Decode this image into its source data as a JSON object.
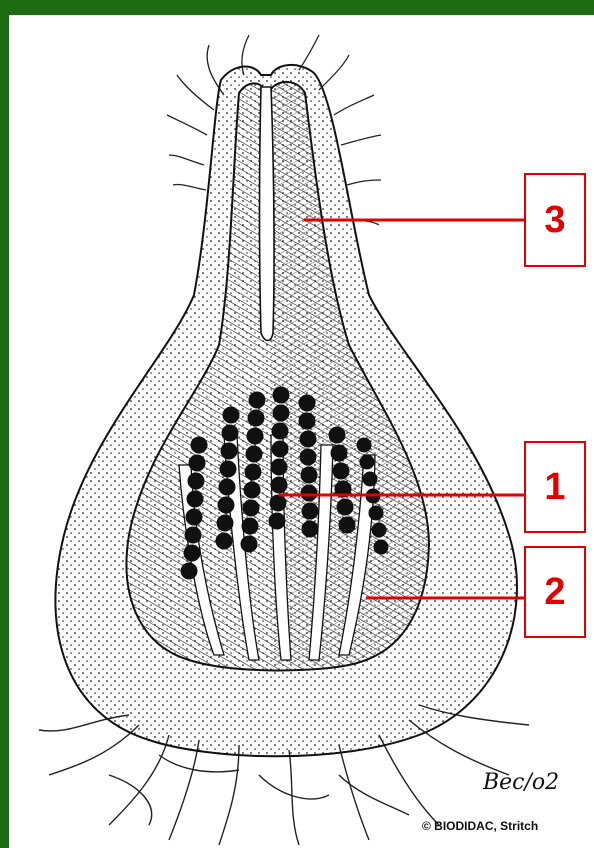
{
  "labels": {
    "one": "1",
    "two": "2",
    "three": "3"
  },
  "signature": "Bec/o2",
  "credit": "© BIODIDAC, Stritch",
  "colors": {
    "frame": "#1f6b14",
    "leader": "#e00000",
    "ink": "#111111"
  }
}
